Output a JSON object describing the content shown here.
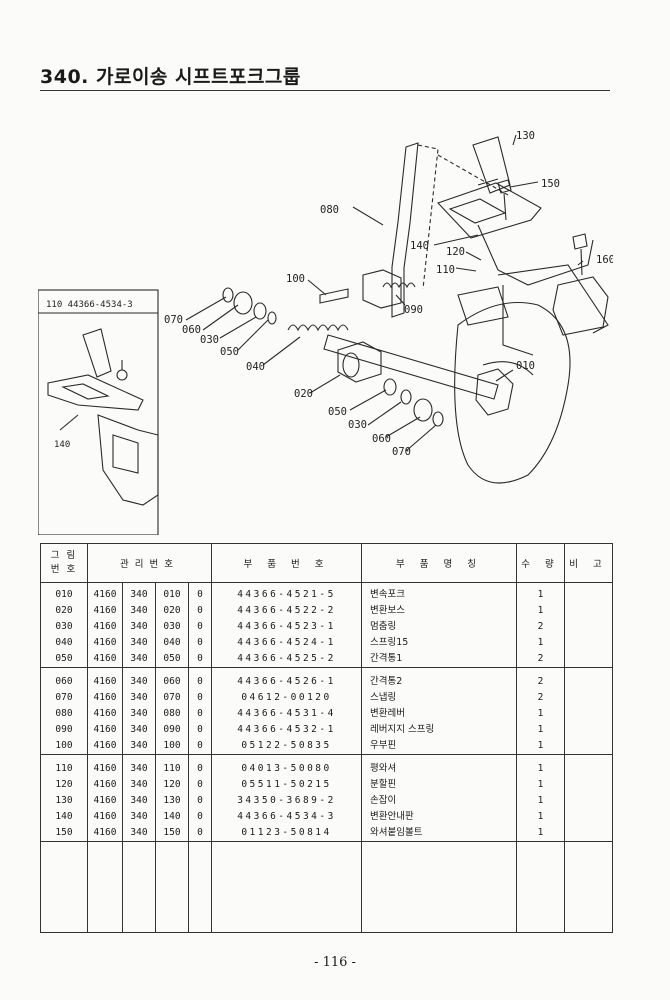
{
  "title": "340. 가로이송 시프트포크그룹",
  "diagram": {
    "inset_code": "110  44366-4534-3",
    "inset_callout": "140",
    "callouts": [
      "130",
      "150",
      "080",
      "140",
      "120",
      "110",
      "160",
      "100",
      "090",
      "070",
      "060",
      "030",
      "050",
      "040",
      "020",
      "050",
      "030",
      "060",
      "070",
      "010"
    ]
  },
  "table": {
    "headers": {
      "group_no_1": "그 림",
      "group_no_2": "번 호",
      "mgmt_no": "관리번호",
      "part_no": "부 품 번 호",
      "part_name": "부 품 명 칭",
      "qty": "수 량",
      "remarks": "비 고"
    },
    "groups": [
      [
        {
          "no": "010",
          "m1": "4160",
          "m2": "340",
          "m3": "010",
          "m4": "0",
          "part_no": "44366-4521-5",
          "name": "변속포크",
          "qty": "1",
          "remark": ""
        },
        {
          "no": "020",
          "m1": "4160",
          "m2": "340",
          "m3": "020",
          "m4": "0",
          "part_no": "44366-4522-2",
          "name": "변환보스",
          "qty": "1",
          "remark": ""
        },
        {
          "no": "030",
          "m1": "4160",
          "m2": "340",
          "m3": "030",
          "m4": "0",
          "part_no": "44366-4523-1",
          "name": "멈춤링",
          "qty": "2",
          "remark": ""
        },
        {
          "no": "040",
          "m1": "4160",
          "m2": "340",
          "m3": "040",
          "m4": "0",
          "part_no": "44366-4524-1",
          "name": "스프링15",
          "qty": "1",
          "remark": ""
        },
        {
          "no": "050",
          "m1": "4160",
          "m2": "340",
          "m3": "050",
          "m4": "0",
          "part_no": "44366-4525-2",
          "name": "간격통1",
          "qty": "2",
          "remark": ""
        }
      ],
      [
        {
          "no": "060",
          "m1": "4160",
          "m2": "340",
          "m3": "060",
          "m4": "0",
          "part_no": "44366-4526-1",
          "name": "간격통2",
          "qty": "2",
          "remark": ""
        },
        {
          "no": "070",
          "m1": "4160",
          "m2": "340",
          "m3": "070",
          "m4": "0",
          "part_no": "04612-00120",
          "name": "스냅링",
          "qty": "2",
          "remark": ""
        },
        {
          "no": "080",
          "m1": "4160",
          "m2": "340",
          "m3": "080",
          "m4": "0",
          "part_no": "44366-4531-4",
          "name": "변환레버",
          "qty": "1",
          "remark": ""
        },
        {
          "no": "090",
          "m1": "4160",
          "m2": "340",
          "m3": "090",
          "m4": "0",
          "part_no": "44366-4532-1",
          "name": "레버지지 스프링",
          "qty": "1",
          "remark": ""
        },
        {
          "no": "100",
          "m1": "4160",
          "m2": "340",
          "m3": "100",
          "m4": "0",
          "part_no": "05122-50835",
          "name": "우부핀",
          "qty": "1",
          "remark": ""
        }
      ],
      [
        {
          "no": "110",
          "m1": "4160",
          "m2": "340",
          "m3": "110",
          "m4": "0",
          "part_no": "04013-50080",
          "name": "평와셔",
          "qty": "1",
          "remark": ""
        },
        {
          "no": "120",
          "m1": "4160",
          "m2": "340",
          "m3": "120",
          "m4": "0",
          "part_no": "05511-50215",
          "name": "분할핀",
          "qty": "1",
          "remark": ""
        },
        {
          "no": "130",
          "m1": "4160",
          "m2": "340",
          "m3": "130",
          "m4": "0",
          "part_no": "34350-3689-2",
          "name": "손잡이",
          "qty": "1",
          "remark": ""
        },
        {
          "no": "140",
          "m1": "4160",
          "m2": "340",
          "m3": "140",
          "m4": "0",
          "part_no": "44366-4534-3",
          "name": "변환안내판",
          "qty": "1",
          "remark": ""
        },
        {
          "no": "150",
          "m1": "4160",
          "m2": "340",
          "m3": "150",
          "m4": "0",
          "part_no": "01123-50814",
          "name": "와셔붙임볼트",
          "qty": "1",
          "remark": ""
        }
      ]
    ]
  },
  "page_number": "- 116 -"
}
